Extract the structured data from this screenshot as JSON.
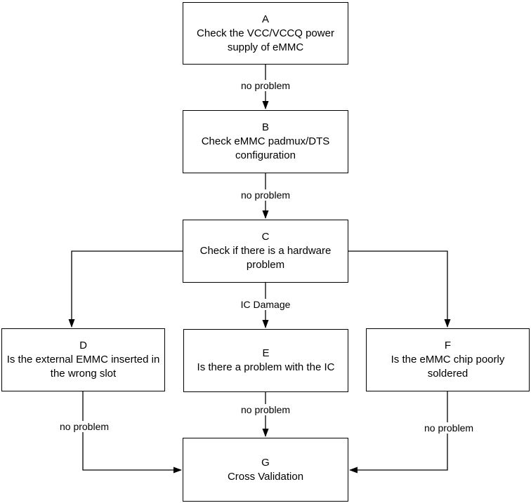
{
  "diagram": {
    "type": "flowchart",
    "colors": {
      "background": "#ffffff",
      "node_fill": "#ffffff",
      "stroke": "#000000",
      "text": "#000000"
    },
    "nodes": [
      {
        "id": "A",
        "letter": "A",
        "text": "Check the VCC/VCCQ power\nsupply of eMMC"
      },
      {
        "id": "B",
        "letter": "B",
        "text": "Check eMMC padmux/DTS\nconfiguration"
      },
      {
        "id": "C",
        "letter": "C",
        "text": "Check if there is a hardware\nproblem"
      },
      {
        "id": "D",
        "letter": "D",
        "text": "Is the external EMMC inserted in\nthe wrong slot"
      },
      {
        "id": "E",
        "letter": "E",
        "text": "Is there a problem with the IC"
      },
      {
        "id": "F",
        "letter": "F",
        "text": "Is the eMMC chip poorly\nsoldered"
      },
      {
        "id": "G",
        "letter": "G",
        "text": "Cross Validation"
      }
    ],
    "edges": [
      {
        "from": "A",
        "to": "B",
        "label": "no problem"
      },
      {
        "from": "B",
        "to": "C",
        "label": "no problem"
      },
      {
        "from": "C",
        "to": "E",
        "label": "IC Damage"
      },
      {
        "from": "C",
        "to": "D",
        "label": ""
      },
      {
        "from": "C",
        "to": "F",
        "label": ""
      },
      {
        "from": "D",
        "to": "G",
        "label": "no problem"
      },
      {
        "from": "E",
        "to": "G",
        "label": "no problem"
      },
      {
        "from": "F",
        "to": "G",
        "label": "no problem"
      }
    ]
  }
}
